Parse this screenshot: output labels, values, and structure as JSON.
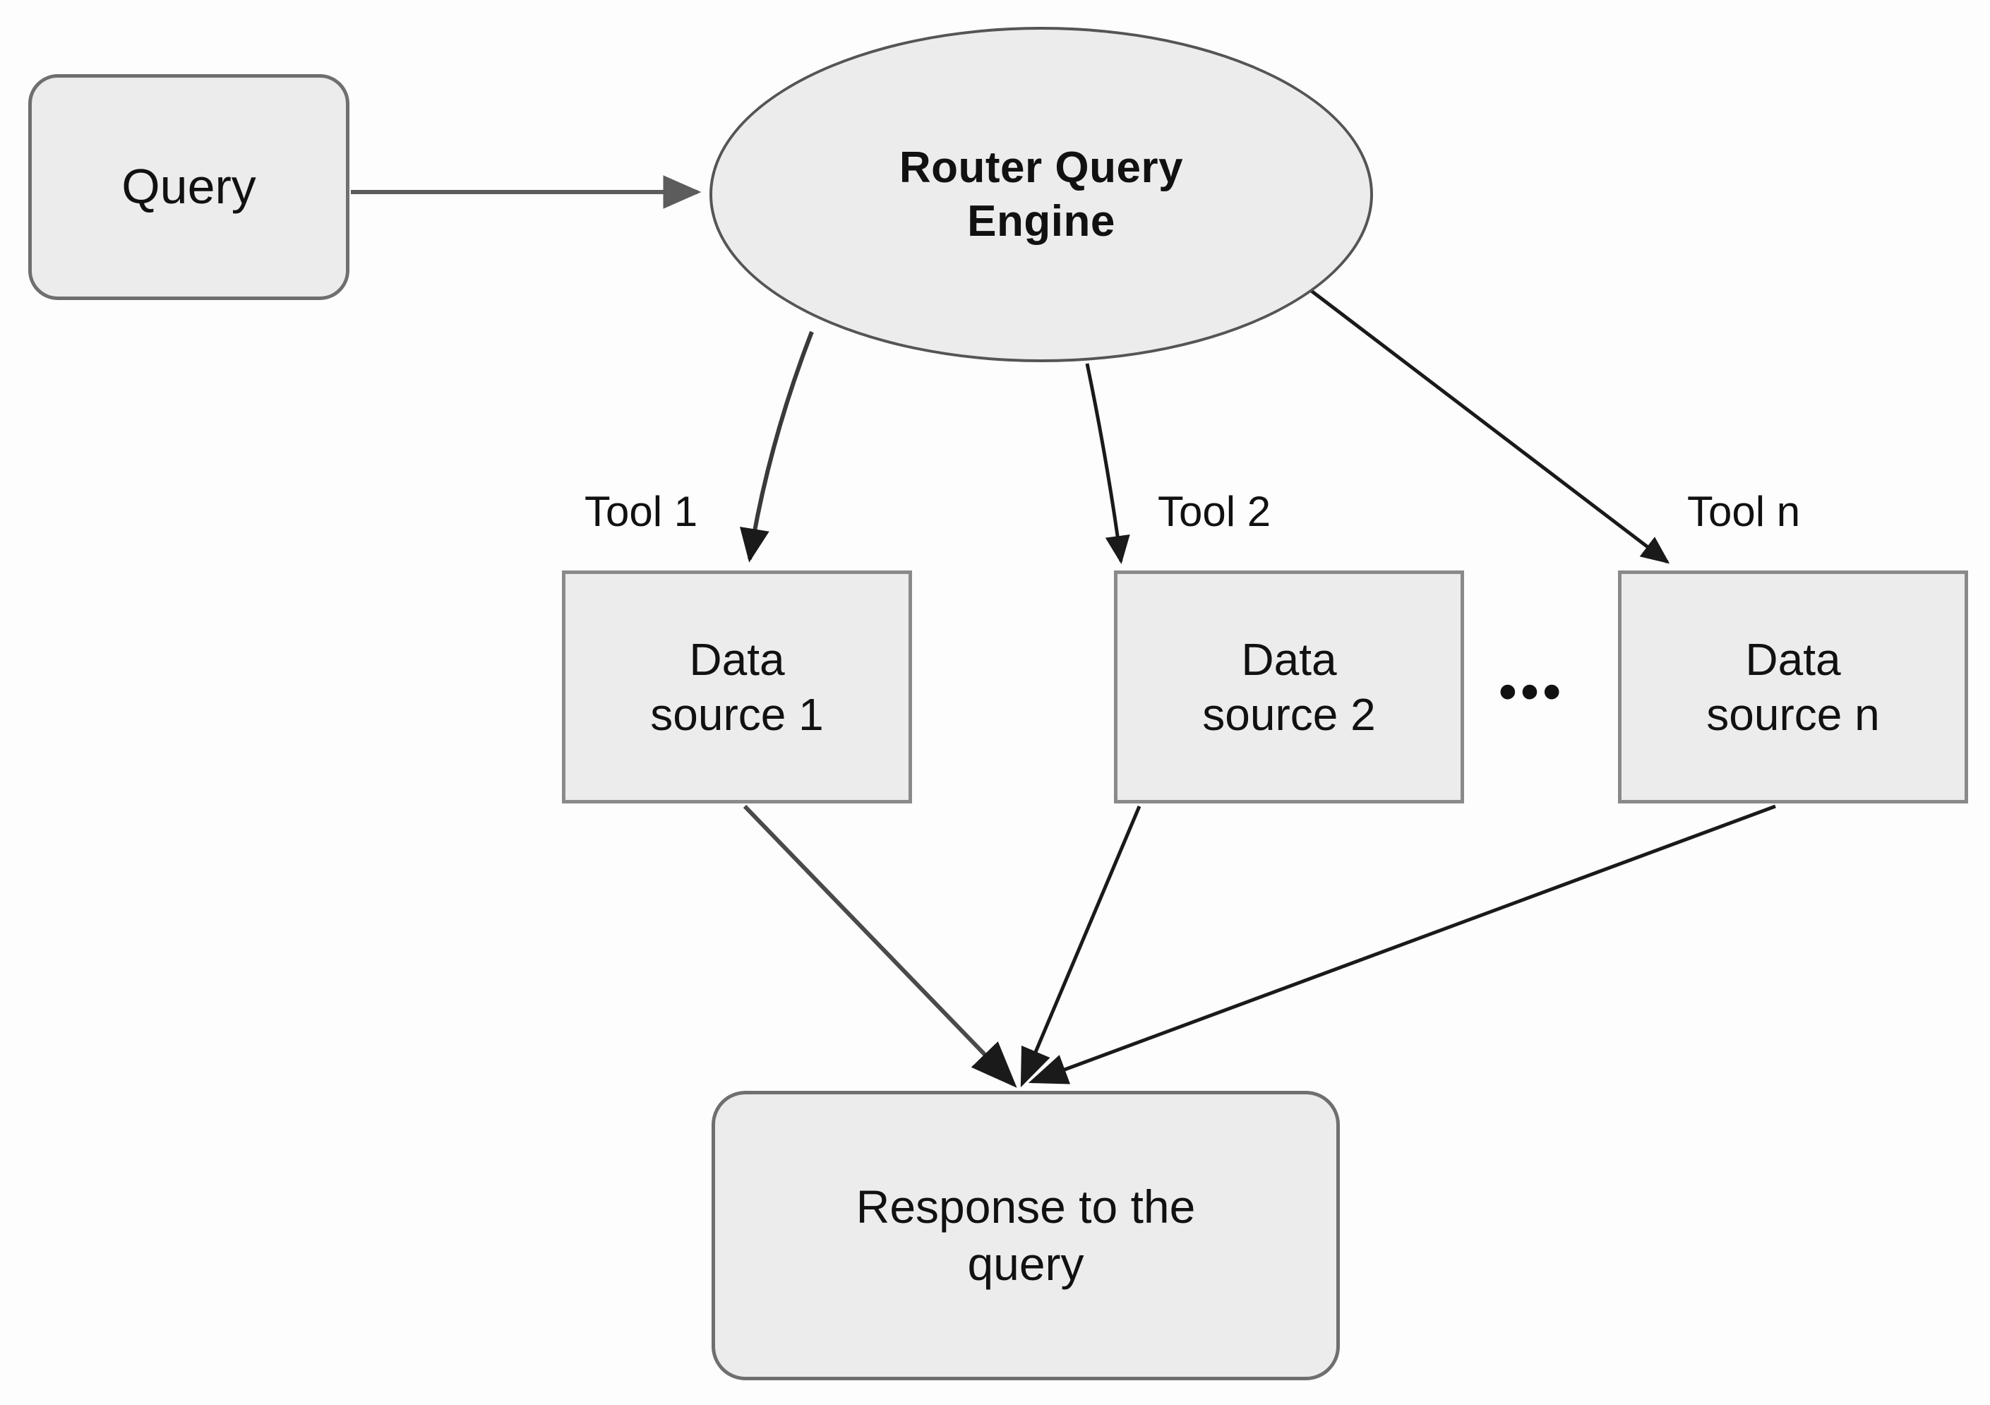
{
  "diagram": {
    "title": "Router Query Engine routing flow",
    "background_color": "#fdfdfd",
    "node_fill_color": "#ececec",
    "node_stroke_color": "#6f6f6f",
    "edge_color": "#1a1a1a",
    "text_color": "#111111"
  },
  "nodes": {
    "query": {
      "label": "Query",
      "shape": "rounded-rectangle"
    },
    "router": {
      "label": "Router Query\nEngine",
      "shape": "ellipse",
      "bold": true
    },
    "data_source_1": {
      "label": "Data\nsource 1",
      "shape": "rectangle"
    },
    "data_source_2": {
      "label": "Data\nsource  2",
      "shape": "rectangle"
    },
    "data_source_n": {
      "label": "Data\nsource n",
      "shape": "rectangle"
    },
    "response": {
      "label": "Response to the\nquery",
      "shape": "rounded-rectangle"
    },
    "more_sources": {
      "label": "•••",
      "shape": "ellipsis-marker"
    }
  },
  "edge_labels": {
    "tool_1": "Tool 1",
    "tool_2": "Tool 2",
    "tool_n": "Tool n"
  },
  "edges": [
    {
      "from": "query",
      "to": "router",
      "label": ""
    },
    {
      "from": "router",
      "to": "data_source_1",
      "label": "Tool 1"
    },
    {
      "from": "router",
      "to": "data_source_2",
      "label": "Tool 2"
    },
    {
      "from": "router",
      "to": "data_source_n",
      "label": "Tool n"
    },
    {
      "from": "data_source_1",
      "to": "response",
      "label": ""
    },
    {
      "from": "data_source_2",
      "to": "response",
      "label": ""
    },
    {
      "from": "data_source_n",
      "to": "response",
      "label": ""
    }
  ]
}
